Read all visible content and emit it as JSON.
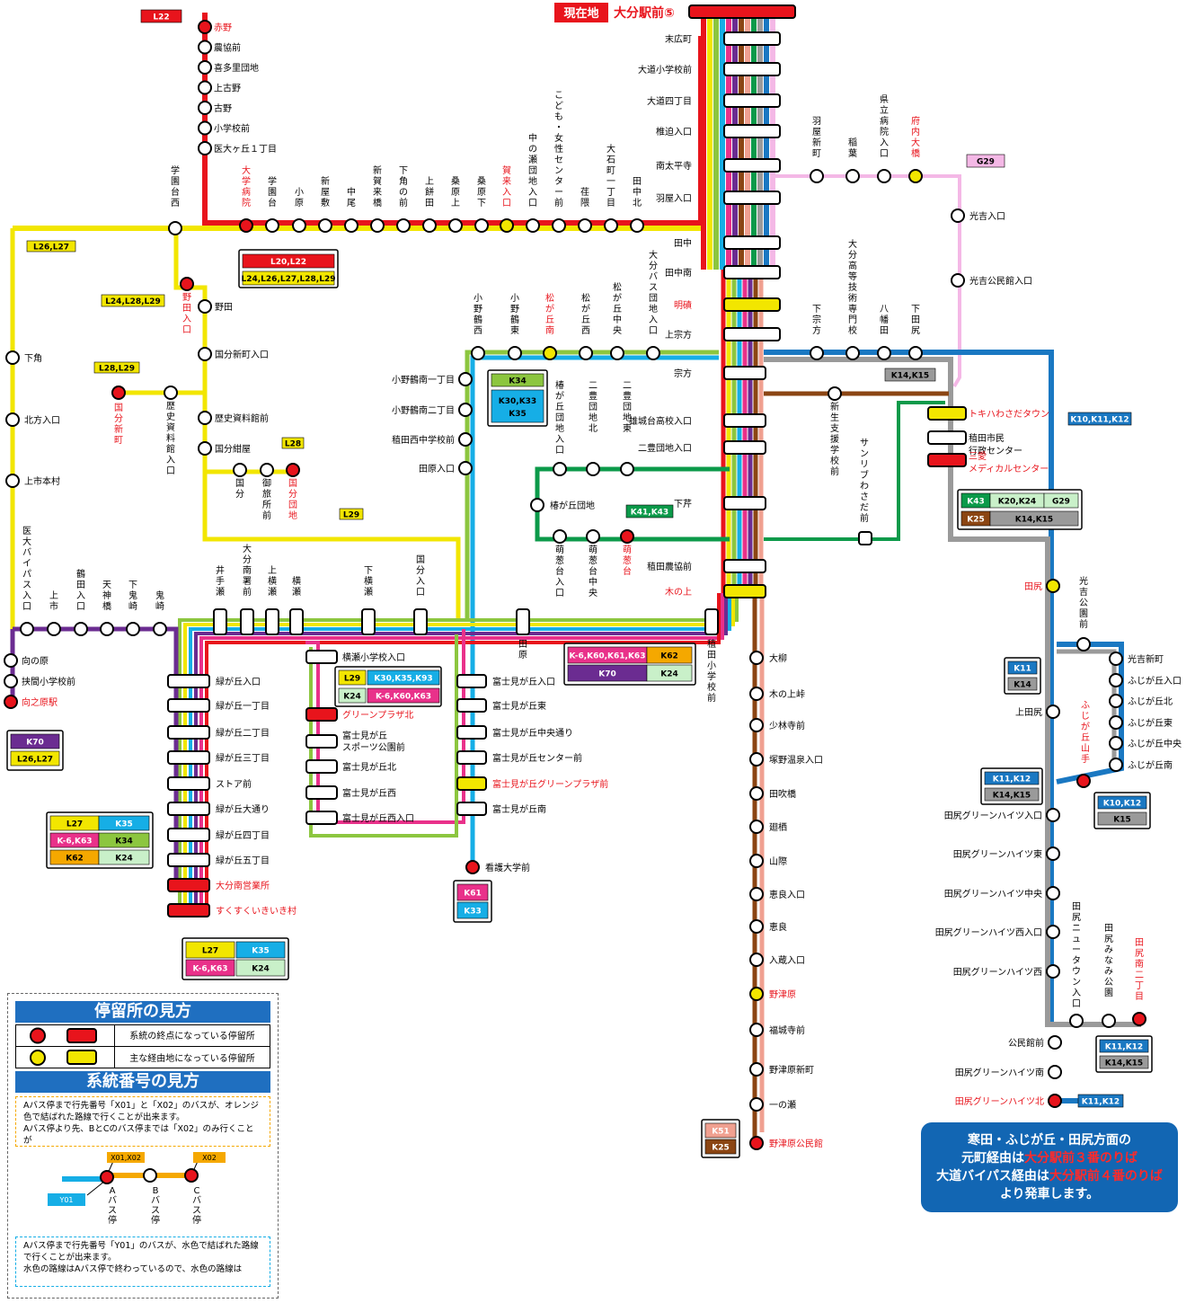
{
  "current_location": {
    "label": "現在地",
    "stop": "大分駅前⑤"
  },
  "colors": {
    "red": "#e8141c",
    "yellow": "#f2e600",
    "blue": "#1a78c2",
    "cyan": "#16aee6",
    "green": "#0c9a4a",
    "lightgreen": "#8cc63f",
    "pink": "#e9318a",
    "purple": "#6b2c91",
    "brown": "#8b4513",
    "gray": "#9a9a9a",
    "lightpink": "#f4b8e6",
    "salmon": "#f0a090",
    "orange": "#f5a800"
  },
  "trunk_stops": [
    "末広町",
    "大道小学校前",
    "大道四丁目",
    "椎迫入口",
    "南太平寺",
    "羽屋入口",
    "田中",
    "田中南",
    "明磧",
    "上宗方",
    "宗方",
    "雄城台高校入口",
    "二豊団地入口",
    "下芹",
    "稙田農協前",
    "木の上"
  ],
  "l22_stops": [
    "赤野",
    "農協前",
    "喜多里団地",
    "上古野",
    "古野",
    "小学校前",
    "医大ヶ丘１丁目"
  ],
  "l_row_stops": [
    "学園台西",
    "大学病院",
    "学園台",
    "小原",
    "新屋敷",
    "中尾",
    "新賀来橋",
    "下角の前",
    "上餅田",
    "桑原上",
    "桑原下",
    "賀来入口",
    "中の瀬団地入口",
    "こども・女性センター前",
    "荏隈",
    "大石町一丁目",
    "田中北"
  ],
  "left_col_stops": [
    "下角",
    "北方入口",
    "上市本村"
  ],
  "l_branch_stops": [
    "野田",
    "国分新町入口",
    "歴史資料館前",
    "国分紺屋",
    "国分",
    "御旅所前",
    "国分団地",
    "国分新町",
    "歴史資料館入口",
    "野田入口"
  ],
  "g29_stops": [
    "羽屋新町",
    "稲葉",
    "県立病院入口",
    "府内大橋",
    "光吉入口",
    "光吉公民館入口"
  ],
  "k34_row": [
    "小野鶴西",
    "小野鶴東",
    "松が丘南",
    "松が丘西",
    "松が丘中央",
    "大分バス団地入口"
  ],
  "k34_col": [
    "小野鶴南一丁目",
    "小野鶴南二丁目",
    "稙田西中学校前",
    "田原入口"
  ],
  "k41_stops": [
    "椿が丘団地入口",
    "二豊団地北",
    "二豊団地東",
    "椿が丘団地",
    "萌葱台入口",
    "萌葱台中央",
    "萌葱台"
  ],
  "k14_stops": [
    "下宗方",
    "大分高等技術専門校",
    "八幡田",
    "下田尻",
    "新生支援学校前",
    "サンリブわさだ前",
    "トキハわさだタウン",
    "稙田市民行政センター",
    "三愛メディカルセンター"
  ],
  "k70_row": [
    "医大バイパス入口",
    "上市",
    "鶴田入口",
    "天神橋",
    "下鬼崎",
    "鬼崎",
    "向の原",
    "挟間小学校前",
    "向之原駅"
  ],
  "yokose_row": [
    "井手瀬",
    "大分南署前",
    "上横瀬",
    "横瀬",
    "下横瀬",
    "国分入口",
    "田原",
    "稙田小学校前"
  ],
  "midori_stops": [
    "緑が丘入口",
    "緑が丘一丁目",
    "緑が丘二丁目",
    "緑が丘三丁目",
    "ストア前",
    "緑が丘大通り",
    "緑が丘四丁目",
    "緑が丘五丁目",
    "大分南営業所",
    "すくすくいきいき村"
  ],
  "plaza_stops": [
    "横瀬小学校入口",
    "グリーンプラザ北",
    "富士見が丘スポーツ公園前",
    "富士見が丘北",
    "富士見が丘西",
    "富士見が丘西入口"
  ],
  "fujimi_stops": [
    "富士見が丘入口",
    "富士見が丘東",
    "富士見が丘中央通り",
    "富士見が丘センター前",
    "富士見が丘グリーンプラザ前",
    "富士見が丘南",
    "看護大学前"
  ],
  "k25_stops": [
    "大柳",
    "木の上峠",
    "少林寺前",
    "塚野温泉入口",
    "田吹橋",
    "廻栖",
    "山際",
    "恵良入口",
    "恵良",
    "入蔵入口",
    "野津原",
    "福城寺前",
    "野津原新町",
    "一の瀬",
    "野津原公民館"
  ],
  "right_stops": [
    "田尻",
    "光吉公園前",
    "光吉新町",
    "ふじが丘入口",
    "ふじが丘北",
    "ふじが丘東",
    "ふじが丘中央",
    "ふじが丘南",
    "上田尻",
    "ふじが丘山手",
    "田尻グリーンハイツ入口",
    "田尻グリーンハイツ東",
    "田尻グリーンハイツ中央",
    "田尻グリーンハイツ西入口",
    "田尻グリーンハイツ西",
    "田尻ニュータウン入口",
    "田尻みなみ公園",
    "田尻南二丁目",
    "公民館前",
    "田尻グリーンハイツ南",
    "田尻グリーンハイツ北"
  ],
  "route_labels": {
    "l22": "L22",
    "l20": "L20,L22",
    "l24all": "L24,L26,L27,L28,L29",
    "l26": "L26,L27",
    "l24": "L24,L28,L29",
    "l28l29": "L28,L29",
    "l28": "L28",
    "l29": "L29",
    "k34": "K34",
    "k30": "K30,K33",
    "k35": "K35",
    "k41": "K41,K43",
    "k14": "K14,K15",
    "k10": "K10,K11,K12",
    "g29": "G29",
    "k43": "K43",
    "k20": "K20,K24",
    "k25": "K25",
    "k6": "K-6,K60,K61,K63",
    "k62": "K62",
    "k70": "K70",
    "k24": "K24",
    "k30b": "K30,K35,K93",
    "k6b": "K-6,K60,K63",
    "l27": "L27",
    "k6c": "K-6,K63",
    "k61": "K61",
    "k33": "K33",
    "k51": "K51",
    "k11": "K11",
    "k14b": "K14",
    "k11k12": "K11,K12",
    "k10k12": "K10,K12",
    "k15": "K15",
    "l26l27": "L26,L27"
  },
  "legend": {
    "title1": "停留所の見方",
    "row1": "系統の終点になっている停留所",
    "row2": "主な経由地になっている停留所",
    "title2": "系統番号の見方",
    "note1": "Aバス停まで行先番号「X01」と「X02」のバスが、オレンジ色で結ばれた路線で行くことが出来ます。",
    "note2": "Aバス停より先、BとCのバス停までは「X02」のみ行くことが",
    "ex_x0102": "X01,X02",
    "ex_x02": "X02",
    "ex_y01": "Y01",
    "stop_a": "Aバス停",
    "stop_b": "Bバス停",
    "stop_c": "Cバス停",
    "note3": "Aバス停まで行先番号「Y01」のバスが、水色で結ばれた路線で行くことが出来ます。",
    "note4": "水色の路線はAバス停で終わっているので、水色の路線は"
  },
  "notice": {
    "l1": "寒田・ふじが丘・田尻方面の",
    "l2a": "元町経由は",
    "l2b": "大分駅前３番のりば",
    "l3a": "大道バイパス経由は",
    "l3b": "大分駅前４番のりば",
    "l4": "より発車します。"
  }
}
